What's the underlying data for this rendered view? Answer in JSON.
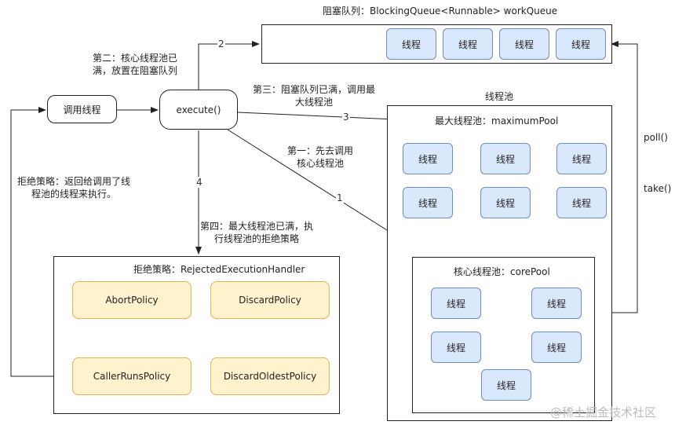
{
  "queue": {
    "title": "阻塞队列：BlockingQueue<Runnable> workQueue",
    "threads": [
      "线程",
      "线程",
      "线程",
      "线程"
    ]
  },
  "caller": {
    "label": "调用线程"
  },
  "execute": {
    "label": "execute()"
  },
  "pool": {
    "title": "线程池",
    "max_title": "最大线程池：maximumPool",
    "max_threads": [
      "线程",
      "线程",
      "线程",
      "线程",
      "线程",
      "线程"
    ],
    "core_title": "核心线程池：corePool",
    "core_threads": [
      "线程",
      "线程",
      "线程",
      "线程",
      "线程"
    ]
  },
  "handler": {
    "title": "拒绝策略：RejectedExecutionHandler",
    "policies": [
      "AbortPolicy",
      "DiscardPolicy",
      "CallerRunsPolicy",
      "DiscardOldestPolicy"
    ]
  },
  "edges": {
    "step1": {
      "num": "1",
      "text": [
        "第一：先去调用",
        "核心线程池"
      ]
    },
    "step2": {
      "num": "2",
      "text": [
        "第二：核心线程池已",
        "满，放置在阻塞队列"
      ]
    },
    "step3": {
      "num": "3",
      "text": [
        "第三：阻塞队列已满，调用最",
        "大线程池"
      ]
    },
    "step4": {
      "num": "4",
      "text": [
        "第四：最大线程池已满，执",
        "行线程池的拒绝策略"
      ]
    },
    "reject": {
      "text": [
        "拒绝策略：返回给调用了线",
        "程池的线程来执行。"
      ]
    },
    "poll": "poll()",
    "take": "take()"
  },
  "watermark": "@稀土掘金技术社区"
}
